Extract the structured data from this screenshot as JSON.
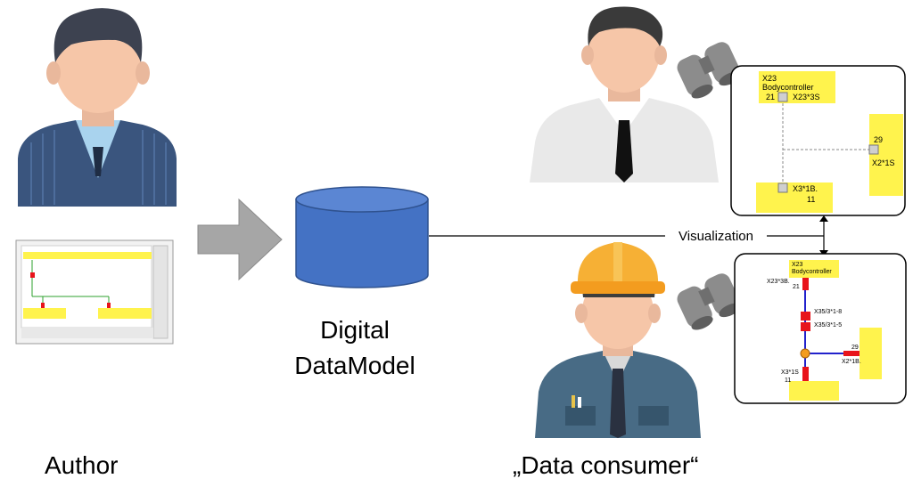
{
  "labels": {
    "author": "Author",
    "datamodel_line1": "Digital",
    "datamodel_line2": "DataModel",
    "consumer": "„Data consumer“",
    "visualization": "Visualization"
  },
  "panel_top": {
    "connector": "X23",
    "connector_name": "Bodycontroller",
    "pin_21": "21",
    "pin_21_label": "X23*3S",
    "pin_29": "29",
    "pin_29_label": "X2*1S",
    "pin_11_label": "X3*1B.",
    "pin_11": "11"
  },
  "panel_bottom": {
    "connector": "X23",
    "connector_name": "Bodycontroller",
    "pin_21": "21",
    "wire_top": "X23*3B.",
    "mid_1": "X35/3*1-8",
    "mid_2": "X35/3*1-5",
    "pin_29": "29",
    "right_wire": "X2*1B.",
    "pin_11_label": "X3*1S",
    "pin_11": "11"
  },
  "colors": {
    "db_fill": "#4472c4",
    "connector_yellow": "#fff34d",
    "wire_red": "#e8141b",
    "wire_blue": "#2222cc",
    "arrow_gray": "#a6a6a6"
  }
}
